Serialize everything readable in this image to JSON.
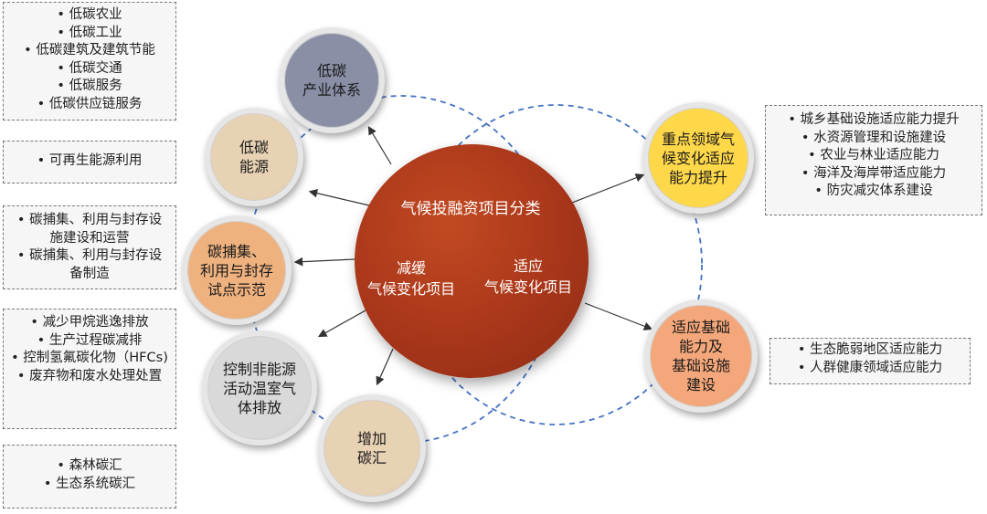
{
  "center": {
    "title": "气候投融资项目分类",
    "left_label": "减缓\n气候变化项目",
    "right_label": "适应\n气候变化项目",
    "color": "#a8361a"
  },
  "nodes": [
    {
      "label": "低碳\n产业体系",
      "color": "#8a8fa6"
    },
    {
      "label": "低碳\n能源",
      "color": "#e8d2b4"
    },
    {
      "label": "碳捕集、\n利用与封存\n试点示范",
      "color": "#efb27f"
    },
    {
      "label": "控制非能源\n活动温室气\n体排放",
      "color": "#d9d9d9"
    },
    {
      "label": "增加\n碳汇",
      "color": "#e8d2b4"
    },
    {
      "label": "重点领域气\n候变化适应\n能力提升",
      "color": "#ffd84a"
    },
    {
      "label": "适应基础\n能力及\n基础设施\n建设",
      "color": "#f4a77a"
    }
  ],
  "boxes": [
    {
      "items": [
        "低碳农业",
        "低碳工业",
        "低碳建筑及建筑节能",
        "低碳交通",
        "低碳服务",
        "低碳供应链服务"
      ]
    },
    {
      "items": [
        "可再生能源利用"
      ]
    },
    {
      "items": [
        "碳捕集、利用与封存设施建设和运营",
        "碳捕集、利用与封存设备制造"
      ]
    },
    {
      "items": [
        "减少甲烷逃逸排放",
        "生产过程碳减排",
        "控制氢氟碳化物（HFCs)",
        "废弃物和废水处理处置"
      ]
    },
    {
      "items": [
        "森林碳汇",
        "生态系统碳汇"
      ]
    },
    {
      "items": [
        "城乡基础设施适应能力提升",
        "水资源管理和设施建设",
        "农业与林业适应能力",
        "海洋及海岸带适应能力",
        "防灾减灾体系建设"
      ]
    },
    {
      "items": [
        "生态脆弱地区适应能力",
        "人群健康领域适应能力"
      ]
    }
  ]
}
